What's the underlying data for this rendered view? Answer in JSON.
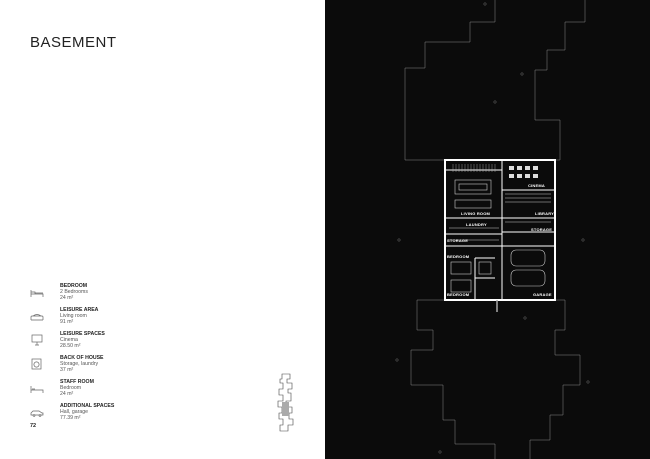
{
  "page": {
    "title": "BASEMENT",
    "page_number": "72"
  },
  "legend": [
    {
      "icon": "bed-icon",
      "title": "BEDROOM",
      "line1": "2 Bedrooms",
      "line2": "24 m²"
    },
    {
      "icon": "sofa-icon",
      "title": "LEISURE AREA",
      "line1": "Living room",
      "line2": "91 m²"
    },
    {
      "icon": "monitor-icon",
      "title": "LEISURE SPACES",
      "line1": "Cinema",
      "line2": "28.50 m²"
    },
    {
      "icon": "washer-icon",
      "title": "BACK OF HOUSE",
      "line1": "Storage, laundry",
      "line2": "37 m²"
    },
    {
      "icon": "single-bed-icon",
      "title": "STAFF ROOM",
      "line1": "Bedroom",
      "line2": "24 m²"
    },
    {
      "icon": "car-icon",
      "title": "ADDITIONAL SPACES",
      "line1": "Hall, garage",
      "line2": "77.39 m²"
    }
  ],
  "plan": {
    "rooms": {
      "cinema": "CINEMA",
      "living_room": "LIVING ROOM",
      "library": "LIBRARY",
      "laundry": "LAUNDRY",
      "storage_right": "STORAGE",
      "storage_left": "STORAGE",
      "bedroom_top": "BEDROOM",
      "bedroom_bottom": "BEDROOM",
      "garage": "GARAGE"
    }
  }
}
